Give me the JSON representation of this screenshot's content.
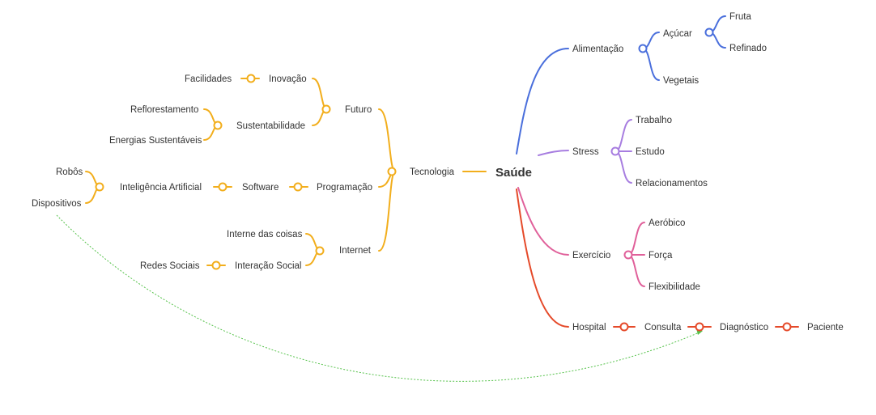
{
  "root": "Saúde",
  "colors": {
    "tecnologia": "#f2ae1c",
    "alimentacao": "#4a6fdc",
    "stress": "#a77de0",
    "exercicio": "#e0609a",
    "hospital": "#e54a2a",
    "link": "#55c24a"
  },
  "nodes": {
    "tecnologia": "Tecnologia",
    "futuro": "Futuro",
    "inovacao": "Inovação",
    "facilidades": "Facilidades",
    "sustentabilidade": "Sustentabilidade",
    "reflorestamento": "Reflorestamento",
    "energias": "Energias Sustentáveis",
    "programacao": "Programação",
    "software": "Software",
    "ia": "Inteligência Artificial",
    "robos": "Robôs",
    "dispositivos": "Dispositivos",
    "internet": "Internet",
    "iot": "Interne das coisas",
    "interacao": "Interação Social",
    "redes": "Redes Sociais",
    "alimentacao": "Alimentação",
    "acucar": "Açúcar",
    "fruta": "Fruta",
    "refinado": "Refinado",
    "vegetais": "Vegetais",
    "stress": "Stress",
    "trabalho": "Trabalho",
    "estudo": "Estudo",
    "relacionamentos": "Relacionamentos",
    "exercicio": "Exercício",
    "aerobico": "Aeróbico",
    "forca": "Força",
    "flexibilidade": "Flexibilidade",
    "hospital": "Hospital",
    "consulta": "Consulta",
    "diagnostico": "Diagnóstico",
    "paciente": "Paciente"
  }
}
